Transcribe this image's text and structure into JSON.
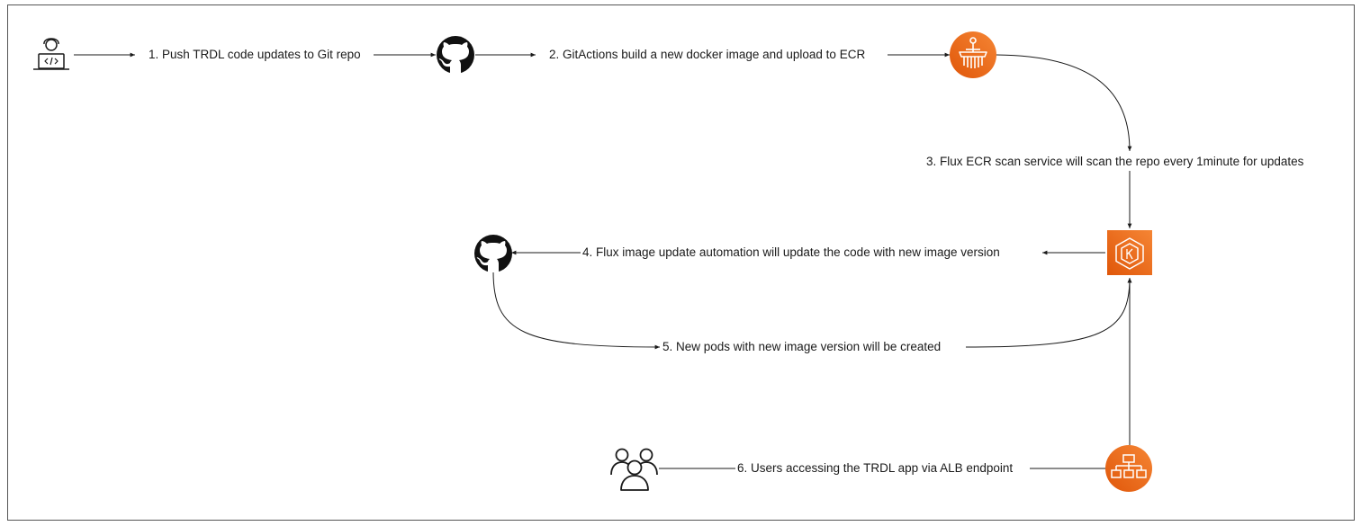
{
  "diagram": {
    "steps": [
      {
        "id": "step1",
        "text": "1. Push TRDL code updates to Git repo"
      },
      {
        "id": "step2",
        "text": "2. GitActions build a new docker image and upload to ECR"
      },
      {
        "id": "step3",
        "text": "3. Flux ECR scan service will scan the repo every 1minute for updates"
      },
      {
        "id": "step4",
        "text": "4. Flux image update automation will update the code with new image version"
      },
      {
        "id": "step5",
        "text": "5. New pods with new image version will be created"
      },
      {
        "id": "step6",
        "text": "6. Users accessing the TRDL app via ALB endpoint"
      }
    ],
    "nodes": {
      "developer": {
        "icon": "developer-laptop-icon"
      },
      "github_top": {
        "icon": "github-icon"
      },
      "ecr": {
        "icon": "ecr-registry-icon",
        "color": "#ED7100"
      },
      "eks": {
        "icon": "eks-kubernetes-icon",
        "color": "#ED7100"
      },
      "github_mid": {
        "icon": "github-icon"
      },
      "users": {
        "icon": "users-group-icon"
      },
      "alb": {
        "icon": "alb-load-balancer-icon",
        "color": "#ED7100"
      }
    },
    "colors": {
      "aws_orange": "#ED7100",
      "aws_orange_light": "#F58534",
      "line": "#1a1a1a"
    }
  }
}
